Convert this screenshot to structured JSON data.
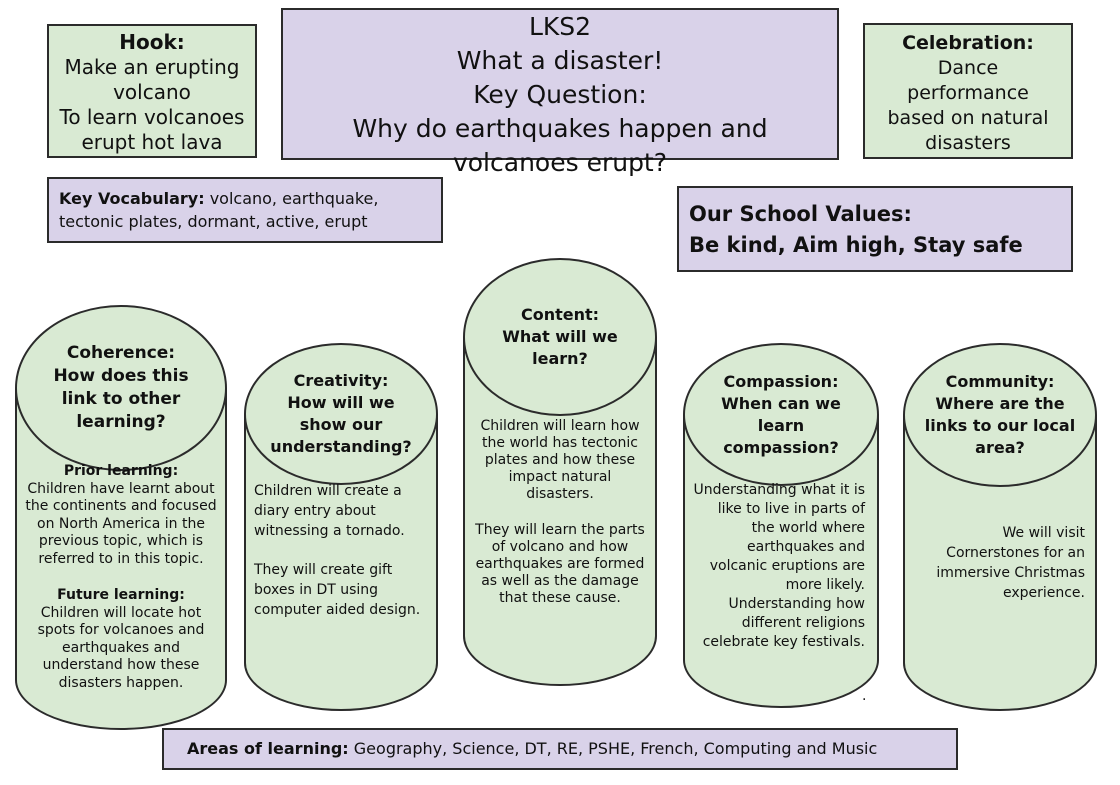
{
  "hook": {
    "label": "Hook:",
    "lines": [
      "Make an erupting",
      "volcano",
      "To learn volcanoes",
      "erupt hot lava"
    ]
  },
  "title": {
    "lines": [
      "LKS2",
      "What a disaster!",
      "Key Question:",
      "Why do earthquakes happen and",
      "volcanoes erupt?"
    ]
  },
  "celebration": {
    "label": "Celebration:",
    "lines": [
      "Dance",
      "performance",
      "based on natural",
      "disasters"
    ]
  },
  "vocabulary": {
    "label": "Key Vocabulary:",
    "text": "volcano, earthquake, tectonic plates, dormant, active, erupt"
  },
  "values": {
    "line1": "Our School Values:",
    "line2": "Be kind, Aim high, Stay safe"
  },
  "areas": {
    "label": "Areas of learning:",
    "text": "Geography, Science, DT, RE, PSHE, French, Computing and Music"
  },
  "coherence": {
    "heading": [
      "Coherence:",
      "How does this",
      "link to other",
      "learning?"
    ],
    "prior_label": "Prior learning:",
    "prior_text": "Children have learnt about the continents and focused on North America in the previous topic, which is referred to in this topic.",
    "future_label": "Future learning:",
    "future_text": "Children will locate hot spots for volcanoes and earthquakes and understand how these disasters happen."
  },
  "creativity": {
    "heading": [
      "Creativity:",
      "How will we",
      "show our",
      "understanding?"
    ],
    "para1": "Children will create a diary entry about witnessing a tornado.",
    "para2": "They will create gift boxes in DT using computer aided design."
  },
  "content": {
    "heading": [
      "Content:",
      "What will we",
      "learn?"
    ],
    "para1": "Children will learn how the world has tectonic plates and how these impact natural disasters.",
    "para2": "They will learn the parts of volcano and how earthquakes are formed as well as  the damage that these cause."
  },
  "compassion": {
    "heading": [
      "Compassion:",
      "When can we",
      "learn",
      "compassion?"
    ],
    "para1": "Understanding what it is like to live in parts of the world where earthquakes and volcanic eruptions are more likely.",
    "para2": "Understanding how different religions celebrate key festivals."
  },
  "community": {
    "heading": [
      "Community:",
      "Where are the",
      "links to our local",
      "area?"
    ],
    "para1": "We will visit Cornerstones for an immersive Christmas experience."
  },
  "colors": {
    "green": "#d9ead3",
    "purple": "#d9d2e9",
    "border": "#2b2b2b"
  }
}
